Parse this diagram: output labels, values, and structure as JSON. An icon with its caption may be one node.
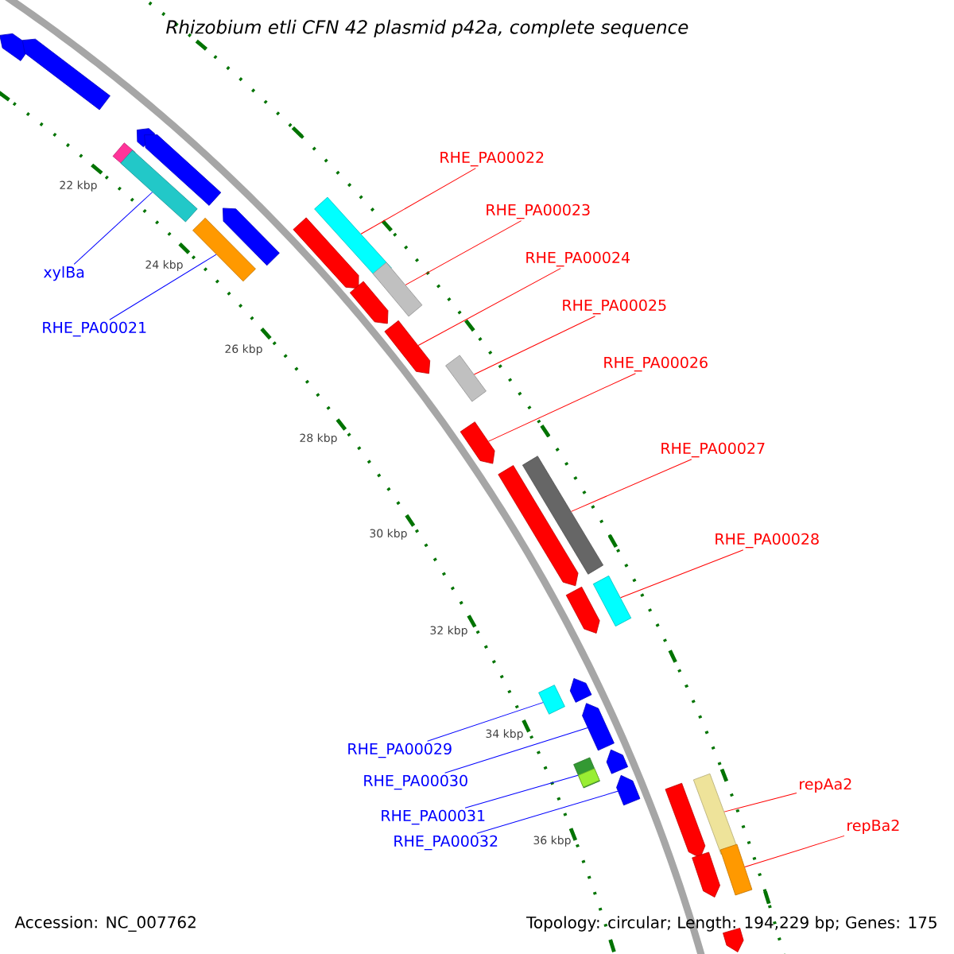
{
  "diagram": {
    "title": "Rhizobium etli CFN 42 plasmid p42a, complete sequence",
    "nodes": [
      {
        "text": [
          "RHE_PA00022"
        ]
      },
      {
        "text": [
          "RHE_PA00023"
        ]
      },
      {
        "text": [
          "RHE_PA00024"
        ]
      },
      {
        "text": [
          "RHE_PA00025"
        ]
      },
      {
        "text": [
          "RHE_PA00026"
        ]
      },
      {
        "text": [
          "RHE_PA00027"
        ]
      },
      {
        "text": [
          "RHE_PA00028"
        ]
      },
      {
        "text": [
          "xylBa"
        ]
      },
      {
        "text": [
          "RHE_PA00021"
        ]
      },
      {
        "text": [
          "RHE_PA00029"
        ]
      },
      {
        "text": [
          "RHE_PA00030"
        ]
      },
      {
        "text": [
          "RHE_PA00031"
        ]
      },
      {
        "text": [
          "RHE_PA00032"
        ]
      },
      {
        "text": [
          "repAa2"
        ]
      },
      {
        "text": [
          "repBa2"
        ]
      },
      {
        "text": [],
        "shape": "arrow"
      },
      {
        "text": [],
        "shape": "arrow"
      },
      {
        "text": [],
        "shape": "arrow"
      },
      {
        "text": [],
        "shape": "bar"
      },
      {
        "text": [],
        "shape": "arrow"
      },
      {
        "text": [],
        "shape": "bar"
      },
      {
        "text": [],
        "shape": "arrow"
      },
      {
        "text": [],
        "shape": "bar"
      },
      {
        "text": [],
        "shape": "bar"
      },
      {
        "text": [],
        "shape": "arrow"
      },
      {
        "text": [],
        "shape": "bar"
      },
      {
        "text": [],
        "shape": "arrow"
      },
      {
        "text": [],
        "shape": "arrow"
      },
      {
        "text": [],
        "shape": "bar"
      },
      {
        "text": [],
        "shape": "arrow"
      },
      {
        "text": [],
        "shape": "bar"
      },
      {
        "text": [],
        "shape": "arrow"
      },
      {
        "text": [],
        "shape": "bar"
      },
      {
        "text": [],
        "shape": "arrow"
      },
      {
        "text": [],
        "shape": "arrow"
      },
      {
        "text": [],
        "shape": "bar"
      },
      {
        "text": [],
        "shape": "arrow"
      },
      {
        "text": [],
        "shape": "arrow"
      },
      {
        "text": [],
        "shape": "bar"
      },
      {
        "text": [],
        "shape": "arrow"
      },
      {
        "text": [],
        "shape": "bar"
      },
      {
        "text": [],
        "shape": "arrow"
      },
      {
        "text": [],
        "shape": "arrow"
      },
      {
        "text": [],
        "shape": "bar"
      },
      {
        "text": [],
        "shape": "arrow"
      }
    ],
    "edges": [
      {
        "from": 0,
        "to": 22,
        "arrow": "none"
      },
      {
        "from": 1,
        "to": 25,
        "arrow": "none"
      },
      {
        "from": 2,
        "to": 27,
        "arrow": "none"
      },
      {
        "from": 3,
        "to": 28,
        "arrow": "none"
      },
      {
        "from": 4,
        "to": 29,
        "arrow": "none"
      },
      {
        "from": 5,
        "to": 30,
        "arrow": "none"
      },
      {
        "from": 6,
        "to": 32,
        "arrow": "none"
      },
      {
        "from": 7,
        "to": 20,
        "arrow": "none",
        "color": "#0000ff"
      },
      {
        "from": 8,
        "to": 23,
        "arrow": "none",
        "color": "#0000ff"
      },
      {
        "from": 9,
        "to": 35,
        "arrow": "none",
        "color": "#0000ff"
      },
      {
        "from": 10,
        "to": 36,
        "arrow": "none",
        "color": "#0000ff"
      },
      {
        "from": 11,
        "to": 38,
        "arrow": "none",
        "color": "#0000ff"
      },
      {
        "from": 12,
        "to": 39,
        "arrow": "none",
        "color": "#0000ff"
      },
      {
        "from": 13,
        "to": 40,
        "arrow": "none"
      },
      {
        "from": 14,
        "to": 43,
        "arrow": "none"
      }
    ],
    "labels": [
      "22 kbp",
      "24 kbp",
      "26 kbp",
      "28 kbp",
      "30 kbp",
      "32 kbp",
      "34 kbp",
      "36 kbp",
      "Accession: NC_007762",
      "Topology: circular; Length: 194,229 bp; Genes: 175"
    ]
  }
}
